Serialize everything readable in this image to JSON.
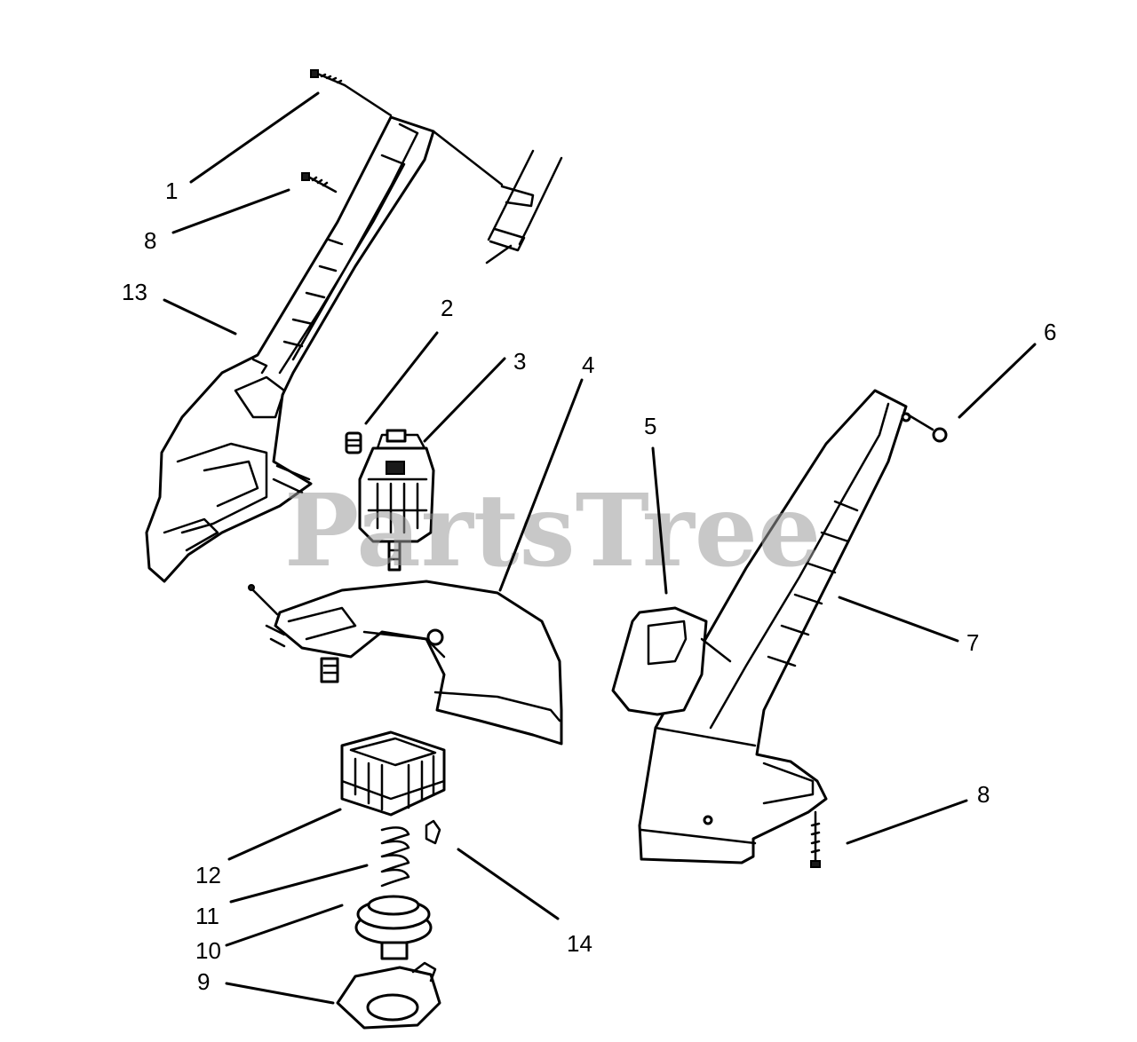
{
  "watermark": "PartsTree",
  "callouts": [
    {
      "id": "c1",
      "label": "1"
    },
    {
      "id": "c8a",
      "label": "8"
    },
    {
      "id": "c13",
      "label": "13"
    },
    {
      "id": "c2",
      "label": "2"
    },
    {
      "id": "c3",
      "label": "3"
    },
    {
      "id": "c4",
      "label": "4"
    },
    {
      "id": "c5",
      "label": "5"
    },
    {
      "id": "c6",
      "label": "6"
    },
    {
      "id": "c7",
      "label": "7"
    },
    {
      "id": "c8b",
      "label": "8"
    },
    {
      "id": "c12",
      "label": "12"
    },
    {
      "id": "c11",
      "label": "11"
    },
    {
      "id": "c10",
      "label": "10"
    },
    {
      "id": "c9",
      "label": "9"
    },
    {
      "id": "c14",
      "label": "14"
    }
  ]
}
